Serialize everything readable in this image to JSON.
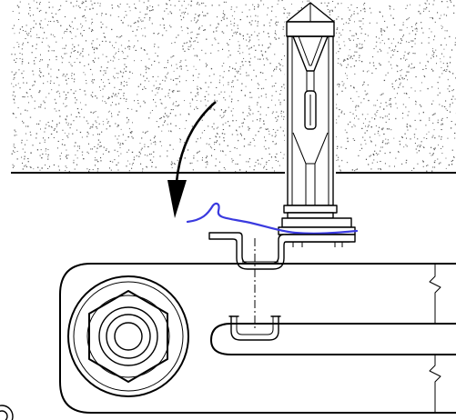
{
  "diagram": {
    "label": "",
    "colors": {
      "line": "#000000",
      "wire": "#3a3adf",
      "ceiling_speckle": "#555555",
      "background": "#ffffff"
    },
    "icons": {
      "arrow": "curved-arrow-down",
      "fastener": "hollow-wall-anchor",
      "nut": "hex-nut"
    }
  }
}
